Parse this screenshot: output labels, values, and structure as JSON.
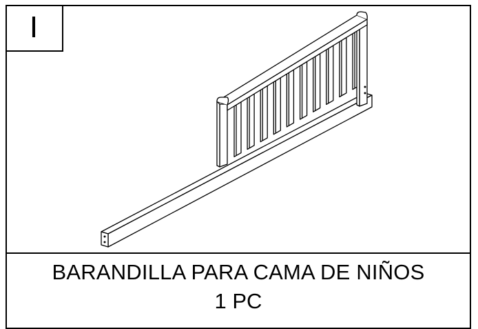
{
  "part": {
    "letter": "I",
    "name": "BARANDILLA PARA CAMA DE NIÑOS",
    "quantity": "1 PC"
  },
  "illustration": {
    "icon": "toddler-bed-rail-drawing",
    "stroke_color": "#000000",
    "fill_color": "#ffffff",
    "slat_count": 10
  }
}
